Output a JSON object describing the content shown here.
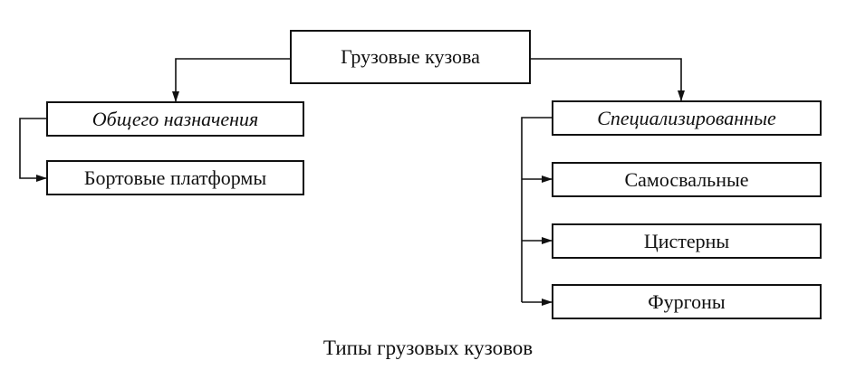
{
  "diagram": {
    "root": {
      "label": "Грузовые кузова"
    },
    "general": {
      "label": "Общего назначения",
      "children": [
        "Бортовые платформы"
      ]
    },
    "specialized": {
      "label": "Специализированные",
      "children": [
        "Самосвальные",
        "Цистерны",
        "Фургоны"
      ]
    }
  },
  "caption": "Типы грузовых кузовов"
}
